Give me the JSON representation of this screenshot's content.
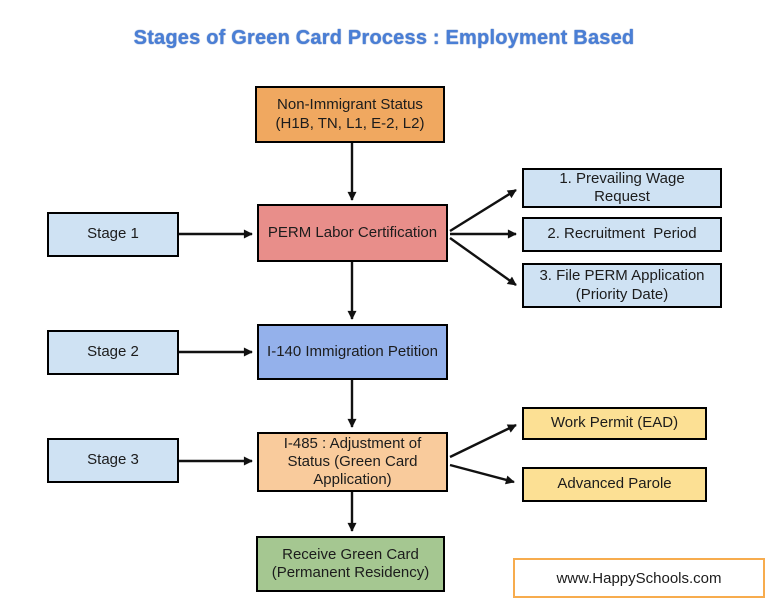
{
  "title": {
    "text": "Stages of Green Card Process : Employment Based",
    "color": "#4A7FD6"
  },
  "colors": {
    "background": "#FFFFFF",
    "border": "#000000",
    "arrow": "#111111",
    "orange": "#F0A860",
    "salmon": "#E88E8A",
    "light_blue": "#CFE2F3",
    "mid_blue": "#94B1EB",
    "peach": "#F9CB9C",
    "yellow": "#FCE094",
    "green": "#A5C791",
    "watermark_border": "#F7AC4E"
  },
  "nodes": {
    "non_immigrant": {
      "label": "Non-Immigrant Status\n(H1B, TN, L1, E-2, L2)"
    },
    "stage1": {
      "label": "Stage 1"
    },
    "perm": {
      "label": "PERM Labor Certification"
    },
    "prevailing_wage": {
      "label": "1. Prevailing Wage\nRequest"
    },
    "recruitment": {
      "label": "2. Recruitment  Period"
    },
    "file_perm": {
      "label": "3. File PERM Application\n(Priority Date)"
    },
    "stage2": {
      "label": "Stage 2"
    },
    "i140": {
      "label": "I-140 Immigration Petition"
    },
    "stage3": {
      "label": "Stage 3"
    },
    "i485": {
      "label": "I-485 : Adjustment of\nStatus (Green Card\nApplication)"
    },
    "work_permit": {
      "label": "Work Permit (EAD)"
    },
    "advanced_parole": {
      "label": "Advanced Parole"
    },
    "receive_green_card": {
      "label": "Receive Green Card\n(Permanent Residency)"
    }
  },
  "watermark": {
    "text": "www.HappySchools.com"
  }
}
